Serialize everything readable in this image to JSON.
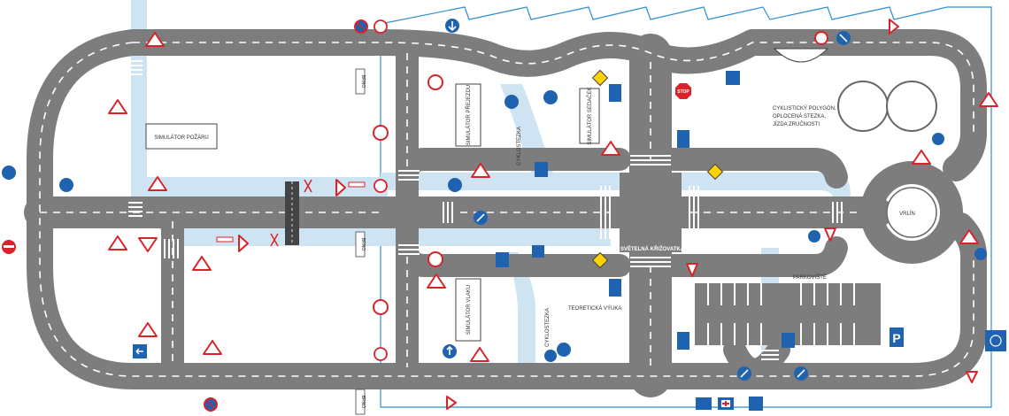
{
  "colors": {
    "road": "#7d7d7d",
    "road_edge": "#6f6f6f",
    "lane_mark": "#ffffff",
    "bike_path": "#cfe4f3",
    "background": "#ffffff",
    "fence": "#2f8fd0",
    "sign_red": "#d8232a",
    "sign_blue": "#1f63b0"
  },
  "labels": {
    "fire_simulator": "SIMULÁTOR POŽÁRU",
    "crossing_simulator": "SIMULÁTOR PŘEJEZDU",
    "sidewalk_simulator": "SIMULÁTOR SEDAČEK",
    "railroad_simulator": "SIMULÁTOR VLAKU",
    "bike_path_1": "CYKLOSTEZKA",
    "bike_path_2": "CYKLOSTEZKA",
    "cycling_polygon_line1": "CYKLISTICKÝ POLYGON,",
    "cycling_polygon_line2": "OPLOCENÁ STEZKA,",
    "cycling_polygon_line3": "JÍZDA ZRUČNOSTI",
    "traffic_light_crossing": "SVĚTELNÁ KŘIŽOVATKA",
    "theory_lesson": "TEORETICKÁ VÝUKA",
    "parking": "PARKOVIŠTĚ",
    "vlun": "VRLÍN",
    "brno_1": "BRNO",
    "brno_2": "BRNO",
    "brno_3": "BRNO",
    "stop": "STOP",
    "parking_sign": "P"
  },
  "signs": [
    {
      "id": "no-stopping-top",
      "icon": "no-stopping-icon"
    },
    {
      "id": "one-way-down",
      "icon": "arrow-down-icon"
    },
    {
      "id": "no-entry-top",
      "icon": "no-overtaking-icon"
    },
    {
      "id": "blue-arrow-diag-top",
      "icon": "arrow-diagonal-icon"
    },
    {
      "id": "warning-triangle-top",
      "icon": "warning-triangle-icon"
    },
    {
      "id": "no-stopping-bottom",
      "icon": "no-stopping-icon"
    },
    {
      "id": "no-entry-left",
      "icon": "no-entry-icon"
    },
    {
      "id": "right-turn-left",
      "icon": "arrow-turn-icon"
    },
    {
      "id": "priority-road-1",
      "icon": "priority-road-icon"
    },
    {
      "id": "priority-road-2",
      "icon": "priority-road-icon"
    },
    {
      "id": "give-way-1",
      "icon": "give-way-icon"
    },
    {
      "id": "give-way-2",
      "icon": "give-way-icon"
    },
    {
      "id": "roundabout-1",
      "icon": "roundabout-icon"
    },
    {
      "id": "roundabout-2",
      "icon": "roundabout-icon"
    },
    {
      "id": "hospital",
      "icon": "red-cross-icon"
    }
  ]
}
